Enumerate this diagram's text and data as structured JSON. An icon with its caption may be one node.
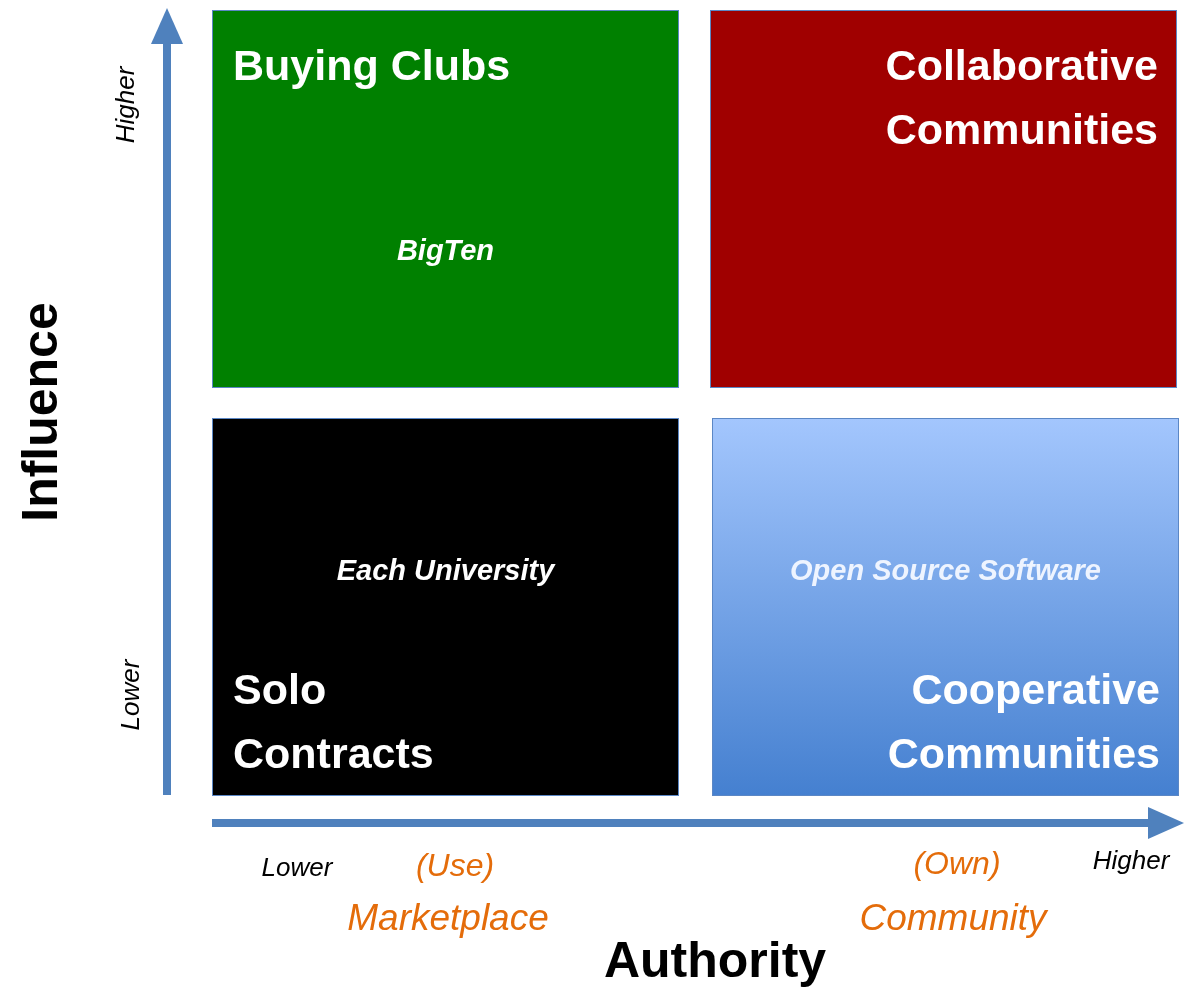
{
  "diagram": {
    "nodes": [
      {
        "text": [
          "Buying Clubs",
          "BigTen"
        ]
      },
      {
        "text": [
          "Collaborative Communities"
        ]
      },
      {
        "text": [
          "Each University",
          "Solo Contracts"
        ]
      },
      {
        "text": [
          "Open Source Software",
          "Cooperative Communities"
        ]
      }
    ],
    "labels": [
      "Higher",
      "Influence",
      "Lower",
      "Lower",
      "(Use)",
      "Marketplace",
      "(Own)",
      "Community",
      "Higher",
      "Authority"
    ]
  }
}
